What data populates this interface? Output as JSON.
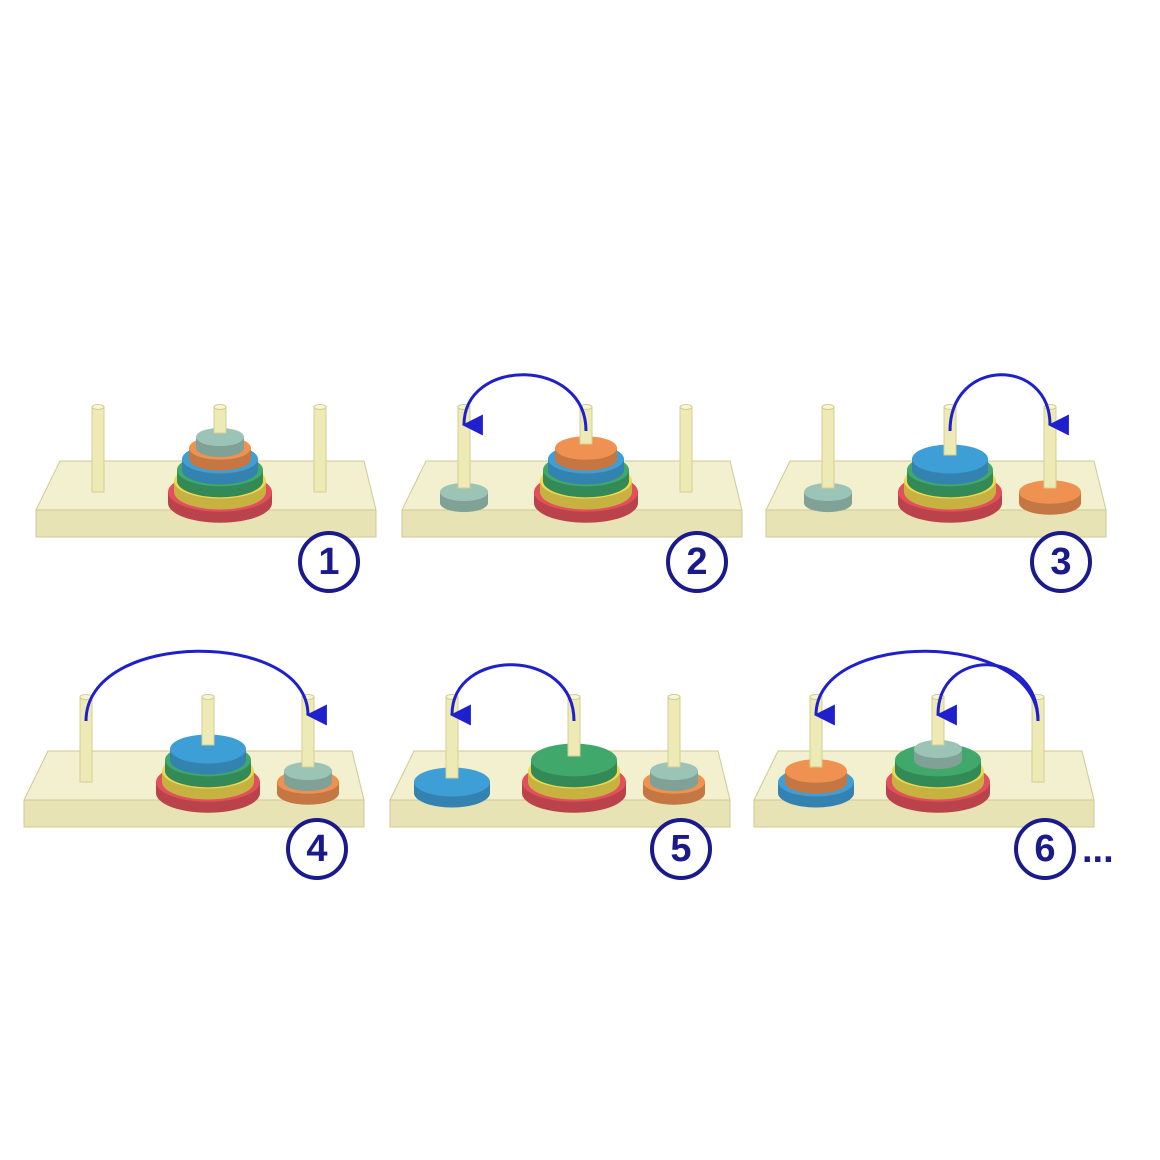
{
  "colors": {
    "board_top": "#f3f0cf",
    "board_front": "#e8e3b4",
    "board_edge": "#cfc894",
    "peg": "#eeeab5",
    "peg_shadow": "#d4cd93",
    "arrow": "#1f1fcc",
    "label": "#1a1a8c",
    "disk_red": "#e2505c",
    "disk_yellow": "#f2d84f",
    "disk_green": "#3fa86a",
    "disk_blue": "#3e9ed6",
    "disk_orange": "#ef9150",
    "disk_sage": "#9cc4b6"
  },
  "steps": [
    {
      "label": "1",
      "pegs": [
        [],
        [
          "red",
          "yellow",
          "green",
          "blue",
          "orange",
          "sage"
        ],
        []
      ],
      "moves": []
    },
    {
      "label": "2",
      "pegs": [
        [
          "sage"
        ],
        [
          "red",
          "yellow",
          "green",
          "blue",
          "orange"
        ],
        []
      ],
      "moves": [
        [
          1,
          0
        ]
      ]
    },
    {
      "label": "3",
      "pegs": [
        [
          "sage"
        ],
        [
          "red",
          "yellow",
          "green",
          "blue"
        ],
        [
          "orange"
        ]
      ],
      "moves": [
        [
          1,
          2
        ]
      ]
    },
    {
      "label": "4",
      "pegs": [
        [],
        [
          "red",
          "yellow",
          "green",
          "blue"
        ],
        [
          "orange",
          "sage"
        ]
      ],
      "moves": [
        [
          0,
          2
        ]
      ]
    },
    {
      "label": "5",
      "pegs": [
        [
          "blue"
        ],
        [
          "red",
          "yellow",
          "green"
        ],
        [
          "orange",
          "sage"
        ]
      ],
      "moves": [
        [
          1,
          0
        ]
      ]
    },
    {
      "label": "6",
      "pegs": [
        [
          "blue",
          "orange"
        ],
        [
          "red",
          "yellow",
          "green",
          "sage"
        ],
        []
      ],
      "moves": [
        [
          2,
          0
        ],
        [
          2,
          1
        ]
      ]
    }
  ],
  "ellipsis": "..."
}
